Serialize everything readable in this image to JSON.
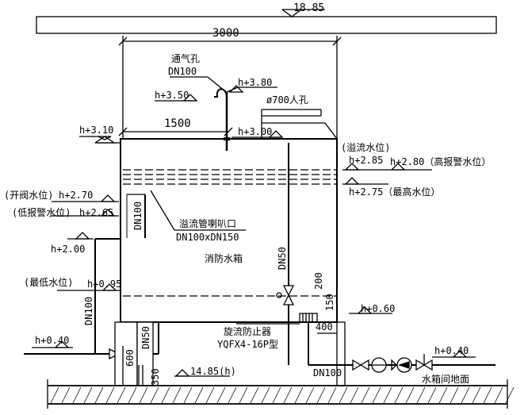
{
  "levels": {
    "roof": "18.85",
    "width": "3000",
    "vent_h": "h+3.50",
    "vent_top": "h+3.80",
    "tank_top": "h+3.10",
    "half": "1500",
    "top_inner": "h+3.00",
    "overflow_label": "(溢流水位)",
    "overflow": "h+2.85",
    "alarm_high": "h+2.80（高报警水位）",
    "max_level": "h+2.75（最高水位）",
    "valve_open_label": "(开阀水位)",
    "valve_open": "h+2.70",
    "alarm_low_label": "(低报警水位)",
    "alarm_low": "h+2.65",
    "pipe_h200": "h+2.00",
    "min_level_label": "(最低水位)",
    "min_level": "h+0.95",
    "outlet": "h+0.60",
    "inlet_h": "h+0.40",
    "right_h": "h+0.40",
    "floor": "14.85(h)"
  },
  "labels": {
    "vent_name": "通气孔",
    "vent_size": "DN100",
    "manhole": "ø700人孔",
    "overflow_mouth": "溢流管喇叭口",
    "overflow_size": "DN100xDN150",
    "tank_name": "消防水箱",
    "dn100_inner": "DN100",
    "dn50_inner": "DN50",
    "dn100_left": "DN100",
    "dn50_low": "DN50",
    "dim_200": "200",
    "dim_150": "150",
    "dim_400": "400",
    "dim_600": "600",
    "dim_350": "350",
    "vortex_name": "旋流防止器",
    "vortex_model": "YQFX4-16P型",
    "dn100_out": "DN100",
    "floor_label": "水箱间地面"
  }
}
